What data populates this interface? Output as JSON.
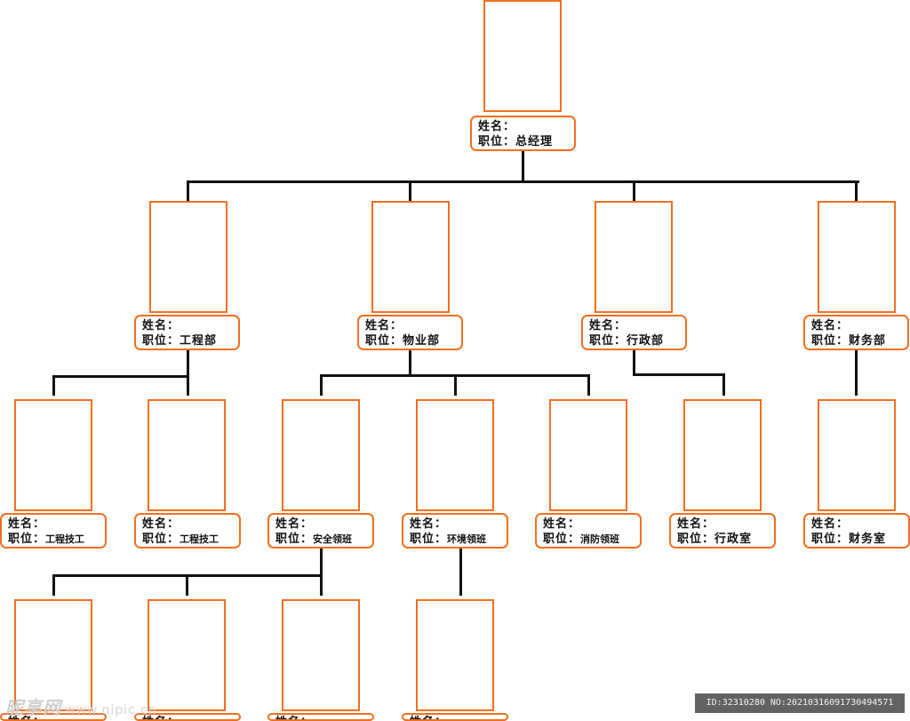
{
  "org": {
    "name_label": "姓名：",
    "position_label": "职位：",
    "nodes": [
      {
        "title": "总经理"
      },
      {
        "title": "工程部"
      },
      {
        "title": "物业部"
      },
      {
        "title": "行政部"
      },
      {
        "title": "财务部"
      },
      {
        "title": "工程技工"
      },
      {
        "title": "工程技工"
      },
      {
        "title": "安全领班"
      },
      {
        "title": "环境领班"
      },
      {
        "title": "消防领班"
      },
      {
        "title": "行政室"
      },
      {
        "title": "财务室"
      },
      {
        "title": ""
      },
      {
        "title": ""
      },
      {
        "title": ""
      },
      {
        "title": ""
      }
    ]
  },
  "watermark": {
    "brand": "昵享网",
    "url": "www.nipic.cn",
    "id_text": "ID:32310280 NO:20210316091730494571"
  },
  "colors": {
    "box_border": "#f07020",
    "connector": "#111111"
  }
}
